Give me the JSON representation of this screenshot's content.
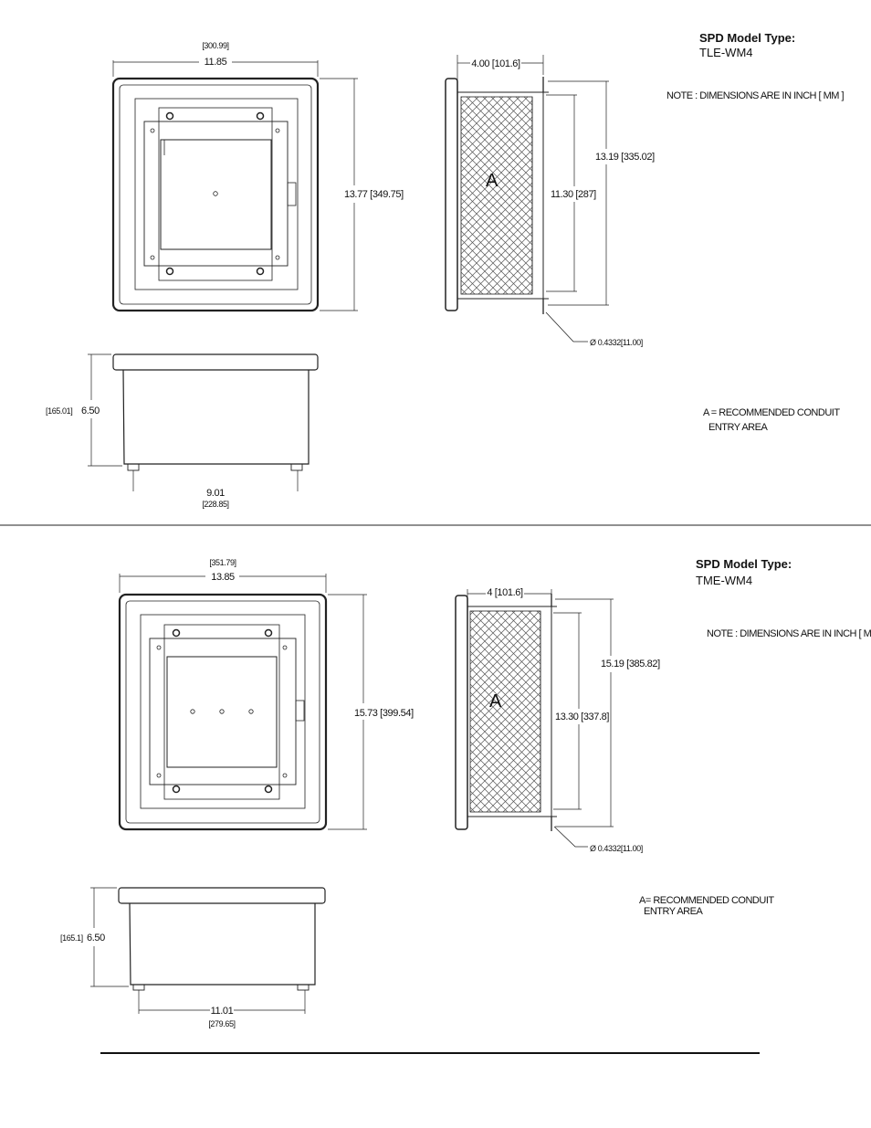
{
  "sections": [
    {
      "model_label": "SPD Model Type:",
      "model_value": "TLE-WM4",
      "note": "NOTE : DIMENSIONS ARE IN INCH [ MM ]",
      "area_letter": "A",
      "legend_line1": "A = RECOMMENDED CONDUIT",
      "legend_line2": "ENTRY AREA",
      "front": {
        "width_mm": "[300.99]",
        "width_in": "11.85",
        "height": "13.77 [349.75]"
      },
      "side": {
        "depth": "4.00 [101.6]",
        "outer_height": "13.19 [335.02]",
        "inner_height": "11.30 [287]",
        "hole": "Ø 0.4332[11.00]"
      },
      "bottom": {
        "height_mm": "[165.01]",
        "height_in": "6.50",
        "width_in": "9.01",
        "width_mm": "[228.85]"
      }
    },
    {
      "model_label": "SPD Model Type:",
      "model_value": "TME-WM4",
      "note": "NOTE : DIMENSIONS ARE IN INCH [ MM ]",
      "area_letter": "A",
      "legend_line1": "A= RECOMMENDED CONDUIT",
      "legend_line2": "ENTRY AREA",
      "front": {
        "width_mm": "[351.79]",
        "width_in": "13.85",
        "height": "15.73 [399.54]"
      },
      "side": {
        "depth": "4 [101.6]",
        "outer_height": "15.19 [385.82]",
        "inner_height": "13.30 [337.8]",
        "hole": "Ø 0.4332[11.00]"
      },
      "bottom": {
        "height_mm": "[165.1]",
        "height_in": "6.50",
        "width_in": "11.01",
        "width_mm": "[279.65]"
      }
    }
  ]
}
